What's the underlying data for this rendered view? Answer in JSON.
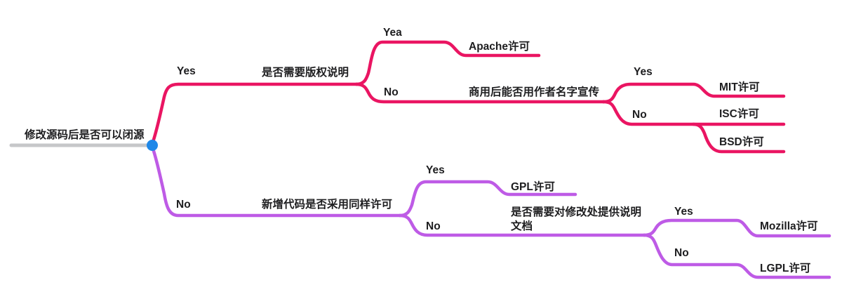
{
  "colors": {
    "yes_branch": "#EA1562",
    "no_branch": "#BE5BE6",
    "root_line": "#c6c7c9",
    "node_dot": "#1f88e8",
    "text": "#1d1d1f"
  },
  "tree": {
    "root": {
      "label": "修改源码后是否可以闭源"
    },
    "yes": {
      "edge_label": "Yes",
      "question": "是否需要版权说明",
      "yea": {
        "edge_label": "Yea",
        "result": "Apache许可"
      },
      "no": {
        "edge_label": "No",
        "question": "商用后能否用作者名字宣传",
        "yes": {
          "edge_label": "Yes",
          "result": "MIT许可"
        },
        "no": {
          "edge_label": "No",
          "result": "ISC许可",
          "result2": "BSD许可"
        }
      }
    },
    "no": {
      "edge_label": "No",
      "question": "新增代码是否采用同样许可",
      "yes": {
        "edge_label": "Yes",
        "result": "GPL许可"
      },
      "no": {
        "edge_label": "No",
        "question_line1": "是否需要对修改处提供说明",
        "question_line2": "文档",
        "yes": {
          "edge_label": "Yes",
          "result": "Mozilla许可"
        },
        "no": {
          "edge_label": "No",
          "result": "LGPL许可"
        }
      }
    }
  }
}
